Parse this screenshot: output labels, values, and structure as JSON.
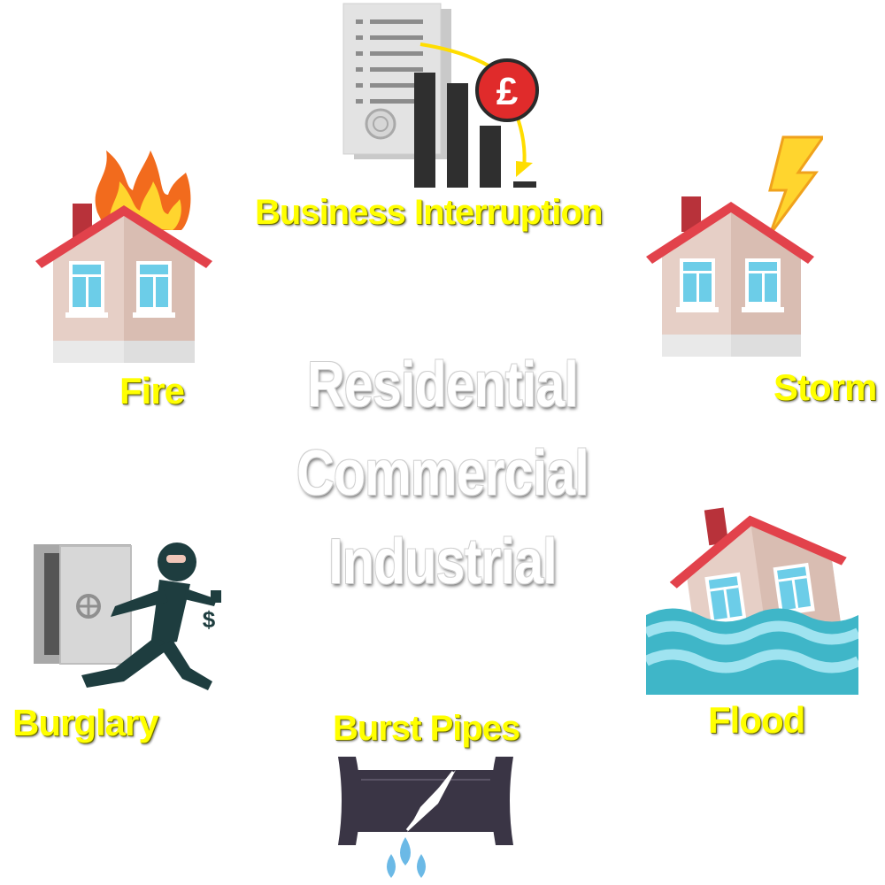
{
  "center": {
    "lines": [
      "Residential",
      "Commercial",
      "Industrial"
    ]
  },
  "items": {
    "business_interruption": {
      "label": "Business Interruption",
      "icon": "financial-loss-icon"
    },
    "fire": {
      "label": "Fire",
      "icon": "burning-house-icon"
    },
    "storm": {
      "label": "Storm",
      "icon": "lightning-house-icon"
    },
    "burglary": {
      "label": "Burglary",
      "icon": "burglar-icon"
    },
    "burst_pipes": {
      "label": "Burst Pipes",
      "icon": "burst-pipe-icon"
    },
    "flood": {
      "label": "Flood",
      "icon": "flooded-house-icon"
    }
  },
  "currency_symbol": "£",
  "money_symbol": "$",
  "colors": {
    "label": "#ffff00",
    "roof": "#e2424b",
    "wall": "#e6cfc6",
    "window": "#6ccde8",
    "water": "#3fb6c8",
    "pipe": "#3a3545",
    "drop": "#6bb9e6",
    "burglar": "#1e3d3f",
    "flame_outer": "#f26b1d",
    "flame_inner": "#ffd52e",
    "bolt": "#ffd52e"
  }
}
